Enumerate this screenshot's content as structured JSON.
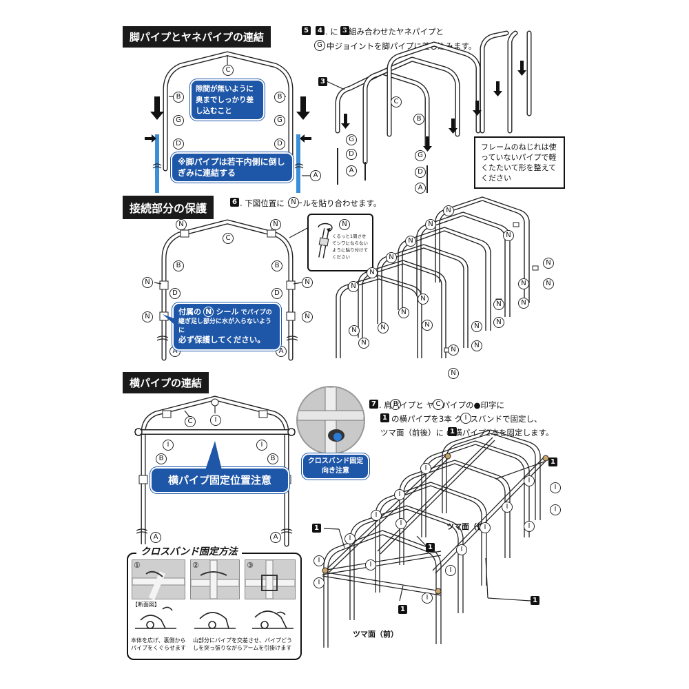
{
  "sections": {
    "s1_title": "脚パイプとヤネパイプの連結",
    "s2_title": "接続部分の保護",
    "s3_title": "横パイプの連結",
    "s4_title": "クロスバンド固定方法"
  },
  "step5": {
    "num1": "5",
    "num2": "4",
    "num3": "3",
    "line1": ". に で組み合わせたヤネパイプと",
    "line2": "中ジョイントを脚パイプに差し込みます。",
    "part3": "3"
  },
  "step6": {
    "num": "6",
    "line": ". 下図位置に シールを貼り合わせます。"
  },
  "step7": {
    "num": "7",
    "line1": ". 肩パイプと ヤネパイプの●印字に",
    "line2": "の横パイプを3本 クロスバンドで固定し、",
    "line3": "ツマ面（前後）に の横パイプ2本を固定します。",
    "one": "1"
  },
  "callouts": {
    "insert_note": "隙間が無いように奥までしっかり差し込むこと",
    "lean_note": "※脚パイプは若干内側に倒しぎみに連結する",
    "seal_note_1": "付属の",
    "seal_note_2": "シール",
    "seal_note_3": "でパイプの継ぎ足し部分に水が入らないように",
    "seal_note_4": "必ず保護してください。",
    "seal_tip": "くるっと1周させてシワにならないように貼り付けてください",
    "frame_note": "フレームのねじれは使っていないパイプで軽くたたいて形を整えてください",
    "bar_note": "横パイプ固定位置注意",
    "band_dir": "クロスバンド固定向き注意"
  },
  "labels": {
    "A": "A",
    "B": "B",
    "C": "C",
    "D": "D",
    "G": "G",
    "N": "N",
    "I": "I",
    "front": "ツマ面（前）",
    "rear": "ツマ面（後）"
  },
  "crossband": {
    "steps": [
      "①",
      "②",
      "③"
    ],
    "section": "【断面図】",
    "cap1": "本体を広げ、裏側からパイプをくぐらせます",
    "cap2": "山部分にパイプを交差させ、パイプどうしを突っ張りながらアームを引掛けます"
  },
  "colors": {
    "accent": "#1e56a8",
    "title_bg": "#1a1a1a"
  }
}
